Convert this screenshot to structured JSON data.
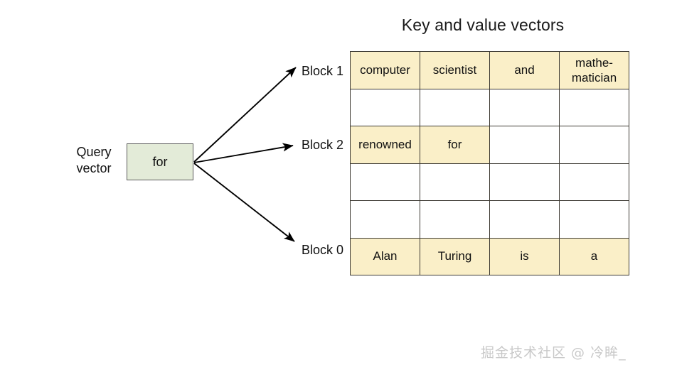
{
  "title": "Key and value vectors",
  "query": {
    "label_line1": "Query",
    "label_line2": "vector",
    "token": "for"
  },
  "blocks": [
    {
      "id": "block-1",
      "label": "Block 1"
    },
    {
      "id": "block-2",
      "label": "Block 2"
    },
    {
      "id": "block-0",
      "label": "Block 0"
    }
  ],
  "table": {
    "rows": 6,
    "cols": 4,
    "cells": [
      [
        {
          "text": "computer",
          "filled": true
        },
        {
          "text": "scientist",
          "filled": true
        },
        {
          "text": "and",
          "filled": true
        },
        {
          "text": "mathe-\nmatician",
          "filled": true
        }
      ],
      [
        {
          "text": "",
          "filled": false
        },
        {
          "text": "",
          "filled": false
        },
        {
          "text": "",
          "filled": false
        },
        {
          "text": "",
          "filled": false
        }
      ],
      [
        {
          "text": "renowned",
          "filled": true
        },
        {
          "text": "for",
          "filled": true
        },
        {
          "text": "",
          "filled": false
        },
        {
          "text": "",
          "filled": false
        }
      ],
      [
        {
          "text": "",
          "filled": false
        },
        {
          "text": "",
          "filled": false
        },
        {
          "text": "",
          "filled": false
        },
        {
          "text": "",
          "filled": false
        }
      ],
      [
        {
          "text": "",
          "filled": false
        },
        {
          "text": "",
          "filled": false
        },
        {
          "text": "",
          "filled": false
        },
        {
          "text": "",
          "filled": false
        }
      ],
      [
        {
          "text": "Alan",
          "filled": true
        },
        {
          "text": "Turing",
          "filled": true
        },
        {
          "text": "is",
          "filled": true
        },
        {
          "text": "a",
          "filled": true
        }
      ]
    ]
  },
  "watermark": "掘金技术社区 @ 冷眸_",
  "colors": {
    "cell_filled": "#faefc8",
    "cell_empty": "#ffffff",
    "query_box": "#e3ebd8",
    "grid_line": "#3d3a33",
    "box_border": "#5b5b5b",
    "arrow": "#000000",
    "text": "#111111",
    "watermark": "#c9c9c9"
  }
}
